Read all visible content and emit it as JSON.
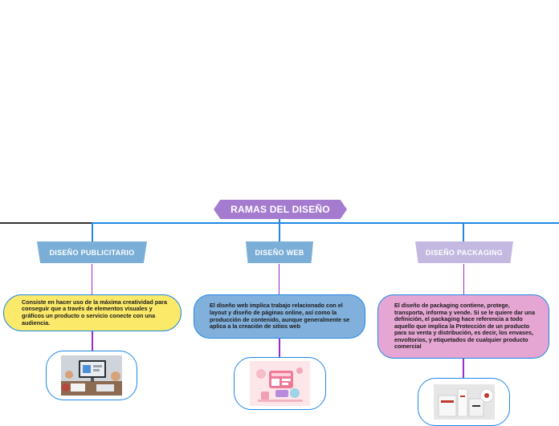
{
  "root": {
    "title": "RAMAS DEL DISEÑO"
  },
  "branches": [
    {
      "title": "DISEÑO PUBLICITARIO",
      "description": "Consiste en hacer uso de la máxima creatividad para conseguir que a través de elementos visuales y gráficos un producto o servicio conecte con una audiencia.",
      "color": "#7aaed6",
      "bubble_color": "#fbe96a"
    },
    {
      "title": "DISEÑO WEB",
      "description": "El diseño web implica trabajo relacionado con el layout y diseño de páginas online, así como la producción de contenido, aunque generalmente se aplica a la creación de sitios web",
      "color": "#7aaed6",
      "bubble_color": "#82b0dc"
    },
    {
      "title": "DISEÑO PACKAGING",
      "description": "El diseño de packaging contiene, protege, transporta, informa y vende. Si se le quiere dar una definición, el packaging hace referencia a todo aquello que implica la Protección de un producto para su venta y distribución, es decir, los envases, envoltorios, y etiquetados de cualquier producto comercial",
      "color": "#c2b8e0",
      "bubble_color": "#e6a6d4"
    }
  ],
  "colors": {
    "connector_blue": "#1e88e5",
    "connector_purple": "#9b2bd1",
    "left_line": "#333333"
  }
}
